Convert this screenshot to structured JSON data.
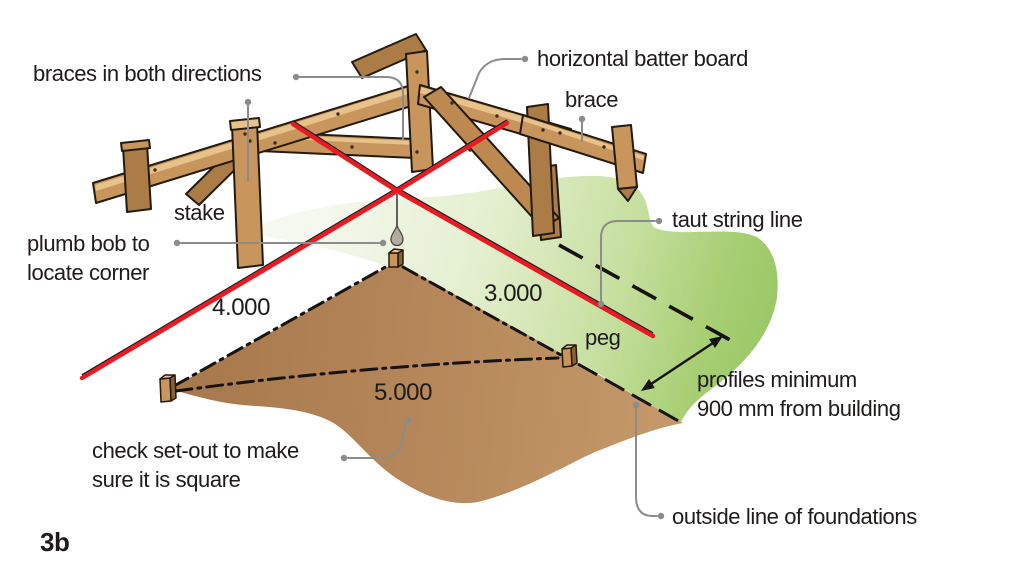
{
  "figure": {
    "number": "3b"
  },
  "labels": {
    "braces": "braces in both directions",
    "horizontal_batter_board": "horizontal batter board",
    "brace": "brace",
    "stake": "stake",
    "plumb_bob": "plumb bob to\nlocate corner",
    "taut_string_line": "taut string line",
    "peg": "peg",
    "profiles": "profiles minimum\n900 mm from building",
    "check_setout": "check set-out to make\nsure it is square",
    "outside_line": "outside line of foundations"
  },
  "dimensions": {
    "left_side": "4.000",
    "right_side": "3.000",
    "base": "5.000"
  },
  "colors": {
    "string_red": "#e81b23",
    "wood": "#c8955c",
    "wood_dark": "#ab7c46",
    "wood_light": "#e7c28a",
    "grass_green": "#98c765",
    "soil_brown": "#b5875a",
    "leader_gray": "#8c8c8c",
    "ink": "#1f1b1a"
  }
}
